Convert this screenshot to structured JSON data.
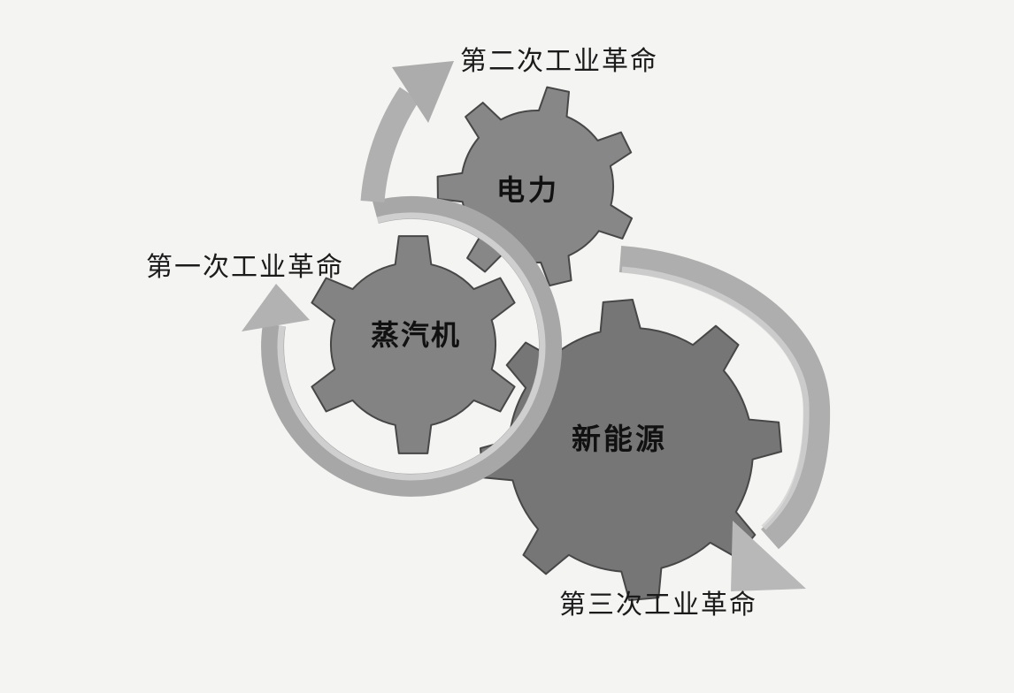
{
  "diagram": {
    "background_color": "#f4f4f2",
    "text_color": "#1b1b1b",
    "gear_outline_color": "#474747",
    "gears": [
      {
        "name": "steam-engine",
        "label": "蒸汽机",
        "color": "#838383"
      },
      {
        "name": "electricity",
        "label": "电力",
        "color": "#878787"
      },
      {
        "name": "new-energy",
        "label": "新能源",
        "color": "#767676"
      }
    ],
    "arrows": [
      {
        "name": "first-industrial-revolution",
        "label": "第一次工业革命",
        "arc_color": "#a7a7a7",
        "head_color": "#b2b2b2",
        "highlight_color": "#d6d6d6"
      },
      {
        "name": "second-industrial-revolution",
        "label": "第二次工业革命",
        "arc_color": "#b0b0b0",
        "head_color": "#acacac",
        "highlight_color": "#cccccc"
      },
      {
        "name": "third-industrial-revolution",
        "label": "第三次工业革命",
        "arc_color": "#aeaeae",
        "head_color": "#b8b8b8",
        "highlight_color": "#d2d2d2"
      }
    ]
  }
}
